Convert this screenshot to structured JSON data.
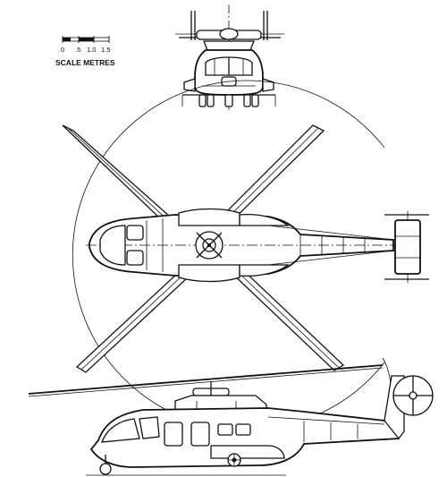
{
  "scale_bar": {
    "ticks": [
      "0",
      ".5",
      "1.0",
      "1.5"
    ],
    "title": "SCALE METRES"
  },
  "views": [
    {
      "id": "front",
      "name": "front-view"
    },
    {
      "id": "top",
      "name": "plan-view"
    },
    {
      "id": "side",
      "name": "side-view"
    }
  ],
  "colors": {
    "ink": "#111111",
    "paper": "#ffffff"
  }
}
